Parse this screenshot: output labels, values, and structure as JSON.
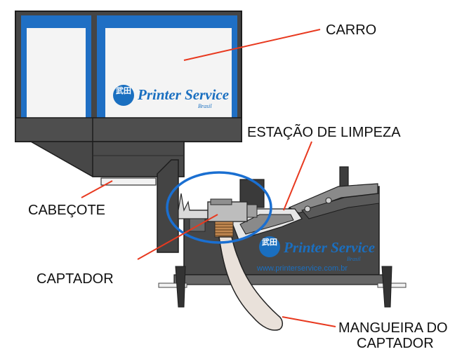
{
  "labels": {
    "carro": "CARRO",
    "estacao": "ESTAÇÃO DE LIMPEZA",
    "cabecote": "CABEÇOTE",
    "captador": "CAPTADOR",
    "mangueira_line1": "MANGUEIRA DO",
    "mangueira_line2": "CAPTADOR"
  },
  "watermark": {
    "logo_glyph": "武田",
    "brand": "Printer Service",
    "country": "Brasil",
    "url": "www.printerservice.com.br"
  },
  "colors": {
    "carriage_blue": "#1f6fc4",
    "body_gray": "#4a4a4a",
    "body_dark": "#2b2b2b",
    "pointer_red": "#e8391f",
    "highlight_circle": "#1a6fd1",
    "hose_fill": "#e9e1da"
  }
}
